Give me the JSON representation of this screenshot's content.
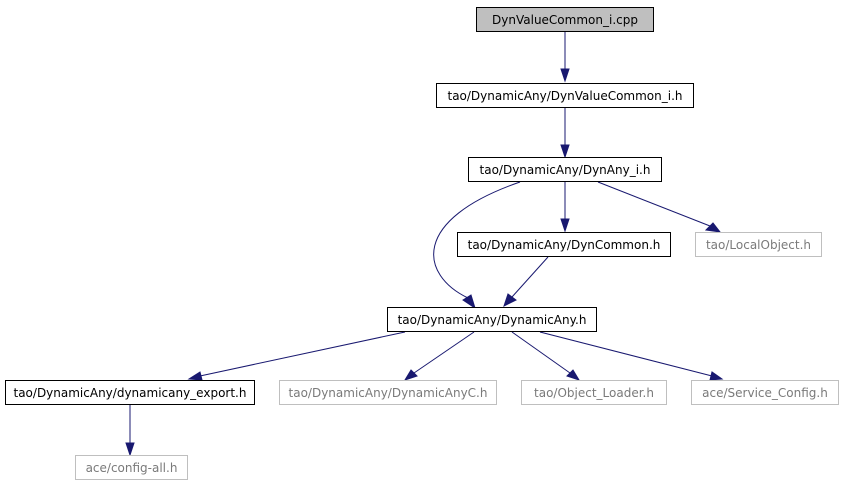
{
  "colors": {
    "edge": "#191970",
    "root_fill": "#bfbfbf",
    "faded_border": "#bfbfbf",
    "faded_text": "#7a7a7a"
  },
  "nodes": {
    "dynvaluecommon_i_cpp": "DynValueCommon_i.cpp",
    "dynvaluecommon_i_h": "tao/DynamicAny/DynValueCommon_i.h",
    "dynany_i_h": "tao/DynamicAny/DynAny_i.h",
    "dyncommon_h": "tao/DynamicAny/DynCommon.h",
    "localobject_h": "tao/LocalObject.h",
    "dynamicany_h": "tao/DynamicAny/DynamicAny.h",
    "dynamicany_export_h": "tao/DynamicAny/dynamicany_export.h",
    "dynamicanyc_h": "tao/DynamicAny/DynamicAnyC.h",
    "object_loader_h": "tao/Object_Loader.h",
    "service_config_h": "ace/Service_Config.h",
    "config_all_h": "ace/config-all.h"
  }
}
